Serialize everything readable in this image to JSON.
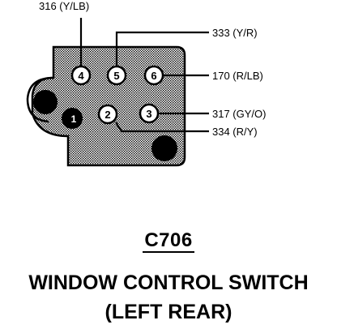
{
  "connector": {
    "id": "C706",
    "title_line1": "WINDOW CONTROL SWITCH",
    "title_line2": "(LEFT REAR)"
  },
  "pins": [
    {
      "number": "4",
      "wire": "316 (Y/LB)",
      "filled": false
    },
    {
      "number": "5",
      "wire": "333 (Y/R)",
      "filled": false
    },
    {
      "number": "6",
      "wire": "170 (R/LB)",
      "filled": false
    },
    {
      "number": "3",
      "wire": "317 (GY/O)",
      "filled": false
    },
    {
      "number": "2",
      "wire": "334 (R/Y)",
      "filled": false
    },
    {
      "number": "1",
      "wire": "",
      "filled": true
    }
  ],
  "colors": {
    "ink": "#000000",
    "housing_fill": "#bdbdbd"
  }
}
